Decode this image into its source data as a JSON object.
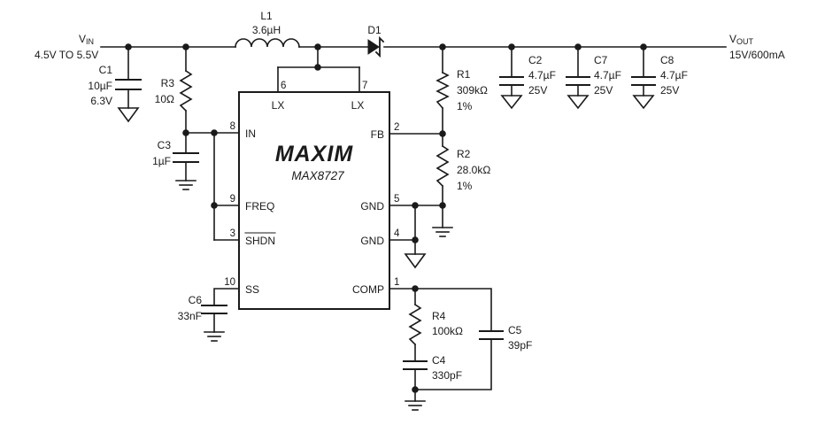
{
  "vin": {
    "symbol": "V",
    "sub": "IN",
    "range": "4.5V TO 5.5V"
  },
  "vout": {
    "symbol": "V",
    "sub": "OUT",
    "spec": "15V/600mA"
  },
  "ic": {
    "brand": "MAXIM",
    "part": "MAX8727"
  },
  "pins": {
    "lx_a": {
      "num": "6",
      "name": "LX"
    },
    "lx_b": {
      "num": "7",
      "name": "LX"
    },
    "in": {
      "num": "8",
      "name": "IN"
    },
    "freq": {
      "num": "9",
      "name": "FREQ"
    },
    "shdn": {
      "num": "3",
      "name": "SHDN"
    },
    "ss": {
      "num": "10",
      "name": "SS"
    },
    "fb": {
      "num": "2",
      "name": "FB"
    },
    "gnd_a": {
      "num": "5",
      "name": "GND"
    },
    "gnd_b": {
      "num": "4",
      "name": "GND"
    },
    "comp": {
      "num": "1",
      "name": "COMP"
    }
  },
  "components": {
    "L1": {
      "ref": "L1",
      "value": "3.6µH"
    },
    "D1": {
      "ref": "D1"
    },
    "C1": {
      "ref": "C1",
      "value": "10µF",
      "rating": "6.3V"
    },
    "R3": {
      "ref": "R3",
      "value": "10Ω"
    },
    "C3": {
      "ref": "C3",
      "value": "1µF"
    },
    "C2": {
      "ref": "C2",
      "value": "4.7µF",
      "rating": "25V"
    },
    "C7": {
      "ref": "C7",
      "value": "4.7µF",
      "rating": "25V"
    },
    "C8": {
      "ref": "C8",
      "value": "4.7µF",
      "rating": "25V"
    },
    "R1": {
      "ref": "R1",
      "value": "309kΩ",
      "tol": "1%"
    },
    "R2": {
      "ref": "R2",
      "value": "28.0kΩ",
      "tol": "1%"
    },
    "C6": {
      "ref": "C6",
      "value": "33nF"
    },
    "R4": {
      "ref": "R4",
      "value": "100kΩ"
    },
    "C4": {
      "ref": "C4",
      "value": "330pF"
    },
    "C5": {
      "ref": "C5",
      "value": "39pF"
    }
  }
}
